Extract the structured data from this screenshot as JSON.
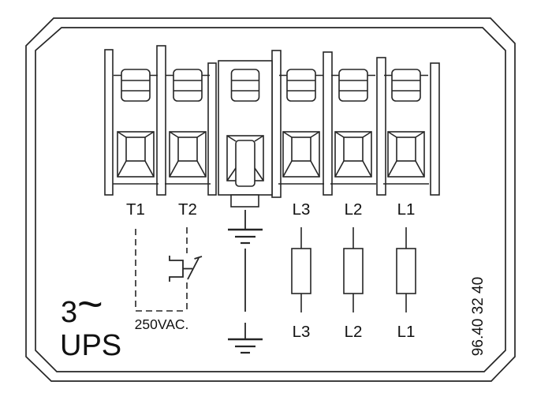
{
  "diagram": {
    "phase_count": "3",
    "phase_symbol": "~",
    "system_label": "UPS",
    "part_number": "96.40 32 40",
    "relay": {
      "rating": "250VAC."
    },
    "terminals_row": [
      {
        "name": "terminal-T1",
        "label": "T1"
      },
      {
        "name": "terminal-T2",
        "label": "T2"
      },
      {
        "name": "terminal-ground",
        "label": ""
      },
      {
        "name": "terminal-L3",
        "label": "L3"
      },
      {
        "name": "terminal-L2",
        "label": "L2"
      },
      {
        "name": "terminal-L1",
        "label": "L1"
      }
    ],
    "incoming_lines": [
      {
        "label": "L3"
      },
      {
        "label": "L2"
      },
      {
        "label": "L1"
      }
    ],
    "colors": {
      "ink": "#262626",
      "background": "#ffffff"
    }
  }
}
